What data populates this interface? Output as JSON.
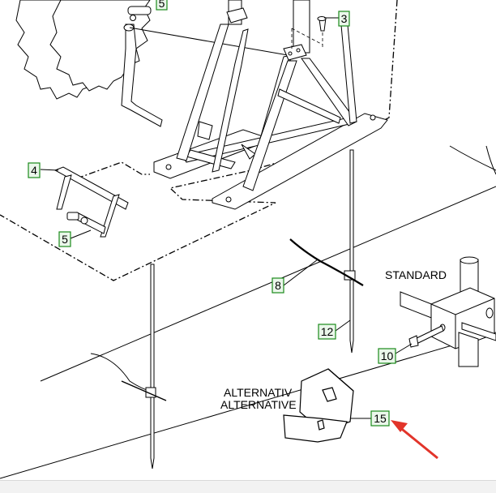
{
  "callouts": [
    {
      "id": "c3",
      "text": "3"
    },
    {
      "id": "c5top",
      "text": "5"
    },
    {
      "id": "c4",
      "text": "4"
    },
    {
      "id": "c5",
      "text": "5"
    },
    {
      "id": "c8",
      "text": "8"
    },
    {
      "id": "c12",
      "text": "12"
    },
    {
      "id": "c10",
      "text": "10"
    },
    {
      "id": "c15",
      "text": "15"
    }
  ],
  "labels": {
    "standard": "STANDARD",
    "alternativ": "ALTERNATIV",
    "alternative": "ALTERNATIVE"
  },
  "colors": {
    "line": "#000000",
    "callout_border": "#1a8a1a",
    "callout_fill": "#eaf7ea",
    "arrow": "#e2342a"
  }
}
